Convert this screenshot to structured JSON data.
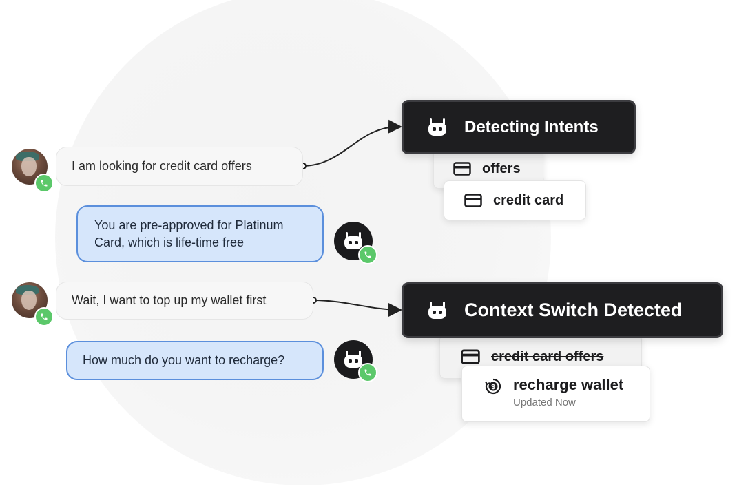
{
  "conversation": {
    "user_message_1": "I am looking for credit card offers",
    "bot_message_1": "You are pre-approved for Platinum Card, which is life-time free",
    "user_message_2": "Wait, I want to top up my wallet first",
    "bot_message_2": "How much do you want to recharge?"
  },
  "intent_panel_1": {
    "title": "Detecting Intents",
    "tags": [
      "offers",
      "credit card"
    ]
  },
  "intent_panel_2": {
    "title": "Context Switch Detected",
    "old_intent": "credit card offers",
    "new_intent": "recharge wallet",
    "new_intent_status": "Updated Now"
  },
  "icons": {
    "bot": "robot-icon",
    "call": "phone-icon",
    "card": "credit-card-icon",
    "wallet": "currency-refresh-icon"
  },
  "colors": {
    "bot_bubble_bg": "#d6e6fb",
    "bot_bubble_border": "#5b8fdc",
    "call_badge": "#5bc86a",
    "intent_box_bg": "#1e1e20"
  }
}
